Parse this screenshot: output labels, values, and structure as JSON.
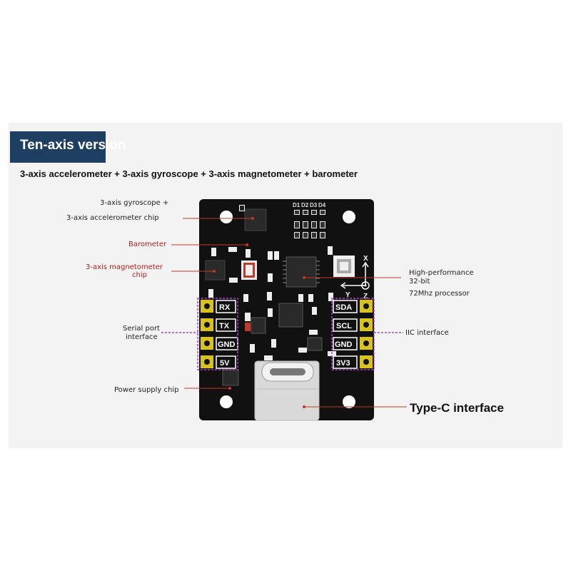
{
  "title": "Ten-axis version",
  "headline": "3-axis accelerometer + 3-axis gyroscope + 3-axis magnetometer + barometer",
  "callouts": {
    "gyro_line1": "3-axis gyroscope +",
    "gyro_line2": "3-axis accelerometer chip",
    "barometer": "Barometer",
    "magnetometer_line1": "3-axis magnetometer",
    "magnetometer_line2": "chip",
    "serial_line1": "Serial port",
    "serial_line2": "interface",
    "power": "Power supply chip",
    "processor_line1": "High-performance",
    "processor_line2": "32-bit",
    "processor_line3": "72Mhz processor",
    "iic": "IIC interface",
    "typec": "Type-C interface"
  },
  "board": {
    "left_pins": [
      "RX",
      "TX",
      "GND",
      "5V"
    ],
    "right_pins": [
      "SDA",
      "SCL",
      "GND",
      "3V3"
    ],
    "leds": [
      "D1",
      "D2",
      "D3",
      "D4"
    ],
    "axis_x": "X",
    "axis_y": "Y",
    "axis_z": "Z"
  },
  "colors": {
    "badge": "#1f3f62",
    "pcb": "#111111",
    "gold": "#d8c21e",
    "callout_line": "#c0392b",
    "dashed_box": "#b040c8"
  }
}
